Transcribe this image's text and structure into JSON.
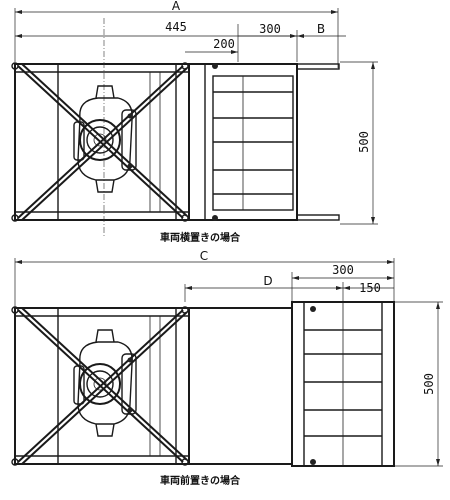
{
  "top_view": {
    "dim_A": "A",
    "dim_445": "445",
    "dim_300": "300",
    "dim_B": "B",
    "dim_200": "200",
    "dim_500": "500",
    "caption": "車両横置きの場合"
  },
  "bottom_view": {
    "dim_C": "C",
    "dim_D": "D",
    "dim_300": "300",
    "dim_150": "150",
    "dim_500": "500",
    "caption": "車両前置きの場合"
  }
}
